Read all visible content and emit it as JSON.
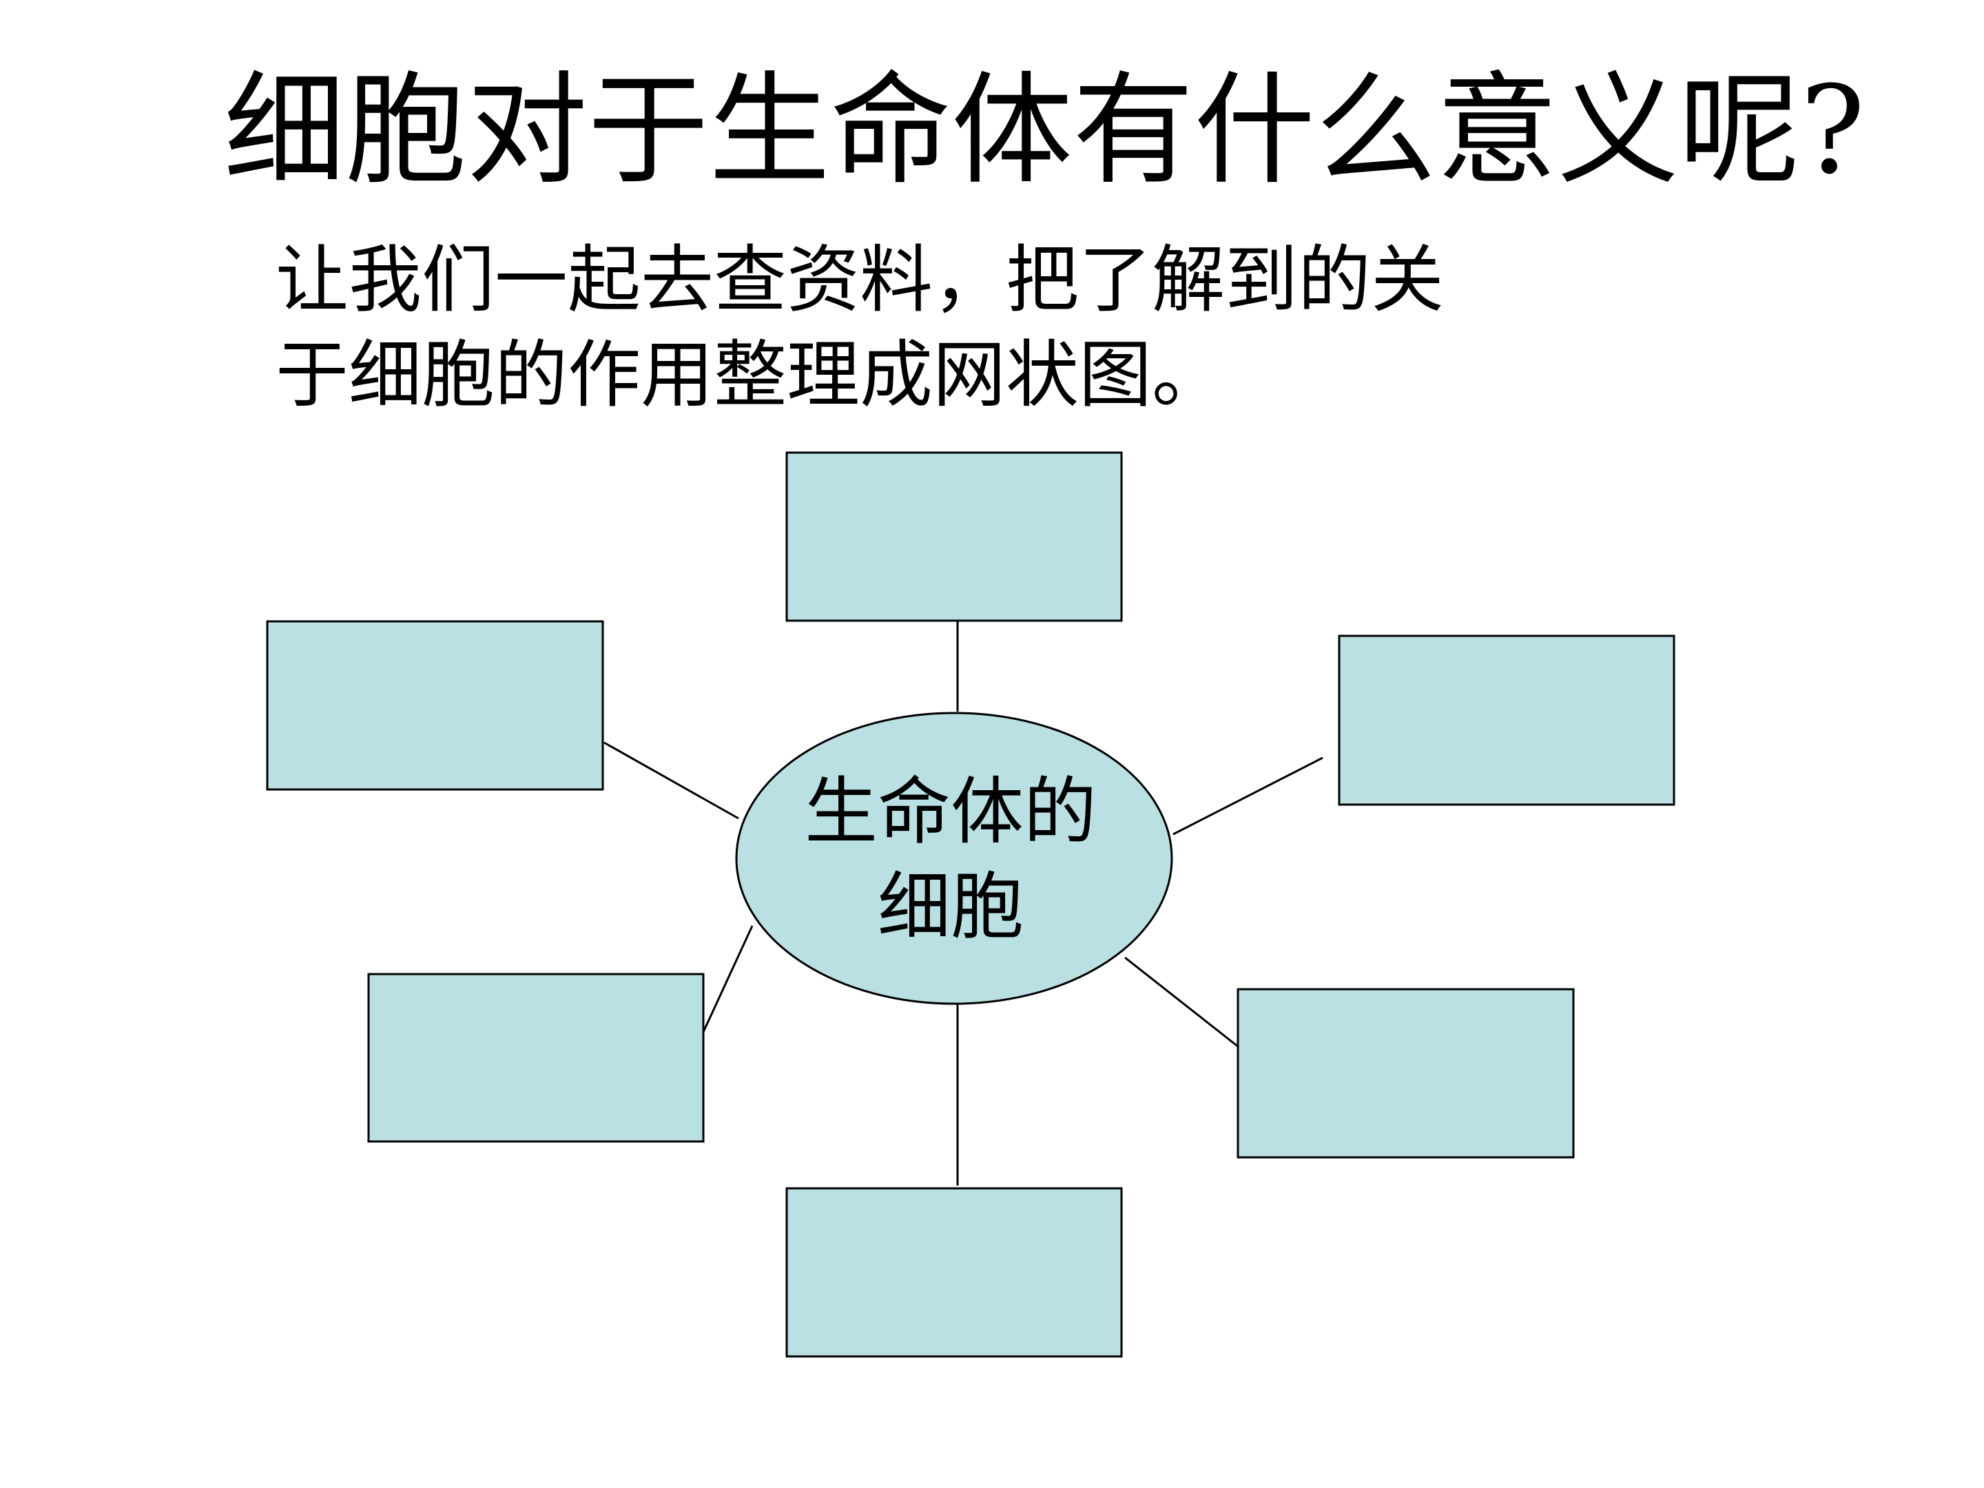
{
  "slide": {
    "title": "细胞对于生命体有什么意义呢?",
    "instruction_line1": "让我们一起去查资料，把了解到的关",
    "instruction_line2": "于细胞的作用整理成网状图。"
  },
  "diagram": {
    "center": {
      "line1": "生命体的",
      "line2": "细胞"
    },
    "colors": {
      "box_fill": "#bbe0e3",
      "stroke": "#000000"
    },
    "boxes": [
      "",
      "",
      "",
      "",
      "",
      ""
    ]
  }
}
